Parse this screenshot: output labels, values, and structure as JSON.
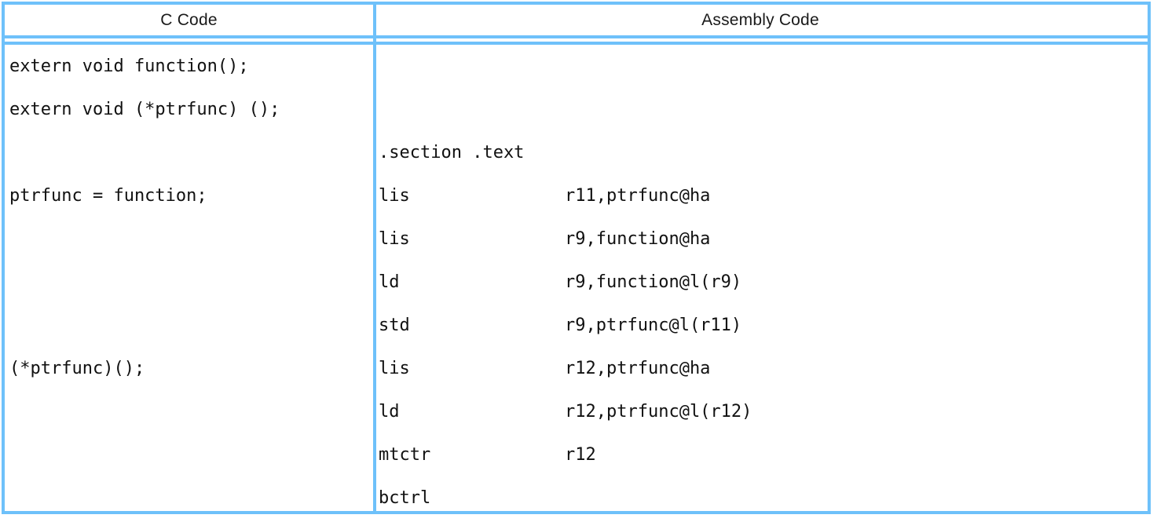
{
  "table": {
    "headers": {
      "c_code": "C Code",
      "assembly_code": "Assembly Code"
    },
    "accent_color": "#6EC1FA",
    "text_color": "#111111",
    "background_color": "#FFFFFF",
    "c_code_lines": [
      "extern void function();",
      "extern void (*ptrfunc) ();",
      "",
      "ptrfunc = function;",
      "",
      "",
      "",
      "(*ptrfunc)();",
      "",
      ""
    ],
    "assembly_lines": [
      {
        "mnemonic": "",
        "operands": ""
      },
      {
        "mnemonic": "",
        "operands": ""
      },
      {
        "mnemonic": ".section .text",
        "operands": ""
      },
      {
        "mnemonic": "lis",
        "operands": "r11,ptrfunc@ha"
      },
      {
        "mnemonic": "lis",
        "operands": "r9,function@ha"
      },
      {
        "mnemonic": "ld",
        "operands": "r9,function@l(r9)"
      },
      {
        "mnemonic": "std",
        "operands": "r9,ptrfunc@l(r11)"
      },
      {
        "mnemonic": "lis",
        "operands": "r12,ptrfunc@ha"
      },
      {
        "mnemonic": "ld",
        "operands": "r12,ptrfunc@l(r12)"
      },
      {
        "mnemonic": "mtctr",
        "operands": "r12"
      },
      {
        "mnemonic": "bctrl",
        "operands": ""
      }
    ]
  }
}
